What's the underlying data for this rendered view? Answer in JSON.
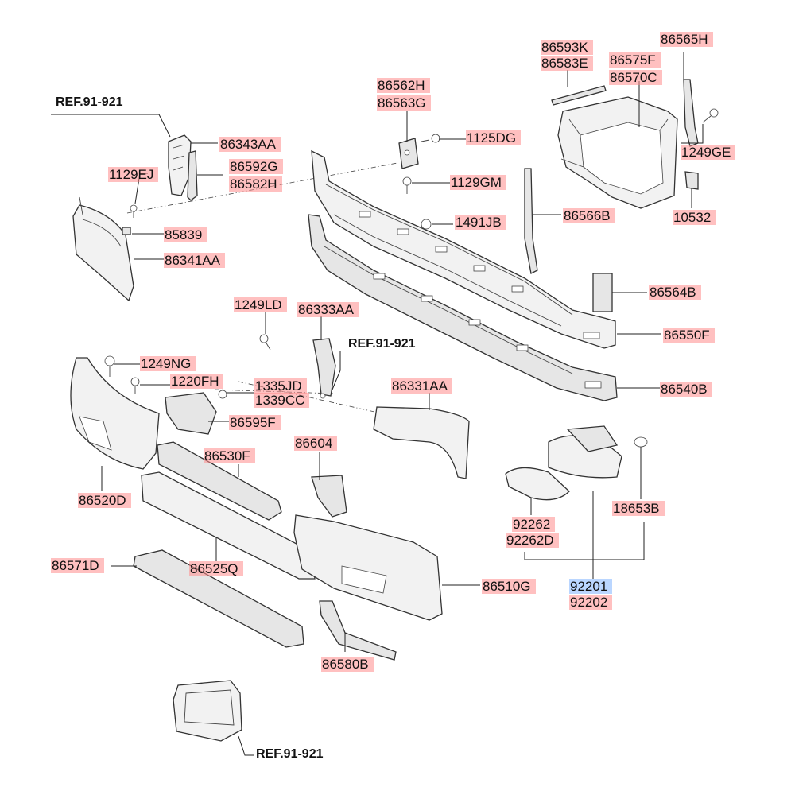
{
  "diagram": {
    "labels": {
      "p86593K": "86593K",
      "p86583E": "86583E",
      "p86575F": "86575F",
      "p86565H": "86565H",
      "p86570C": "86570C",
      "p86562H": "86562H",
      "p86563G": "86563G",
      "p1125DG": "1125DG",
      "p1249GE": "1249GE",
      "p86343AA": "86343AA",
      "p86592G": "86592G",
      "p86582H": "86582H",
      "p1129EJ": "1129EJ",
      "p1129GM": "1129GM",
      "p10532": "10532",
      "p1491JB": "1491JB",
      "p86566B": "86566B",
      "p85839": "85839",
      "p86341AA": "86341AA",
      "p86564B": "86564B",
      "p1249LD": "1249LD",
      "p86333AA": "86333AA",
      "p86550F": "86550F",
      "p1249NG": "1249NG",
      "p1220FH": "1220FH",
      "p1335JD": "1335JD",
      "p1339CC": "1339CC",
      "p86331AA": "86331AA",
      "p86540B": "86540B",
      "p86595F": "86595F",
      "p86604": "86604",
      "p86530F": "86530F",
      "p86520D": "86520D",
      "p18653B": "18653B",
      "p92262": "92262",
      "p92262D": "92262D",
      "p86571D": "86571D",
      "p86525Q": "86525Q",
      "p86510G": "86510G",
      "p92201": "92201",
      "p92202": "92202",
      "p86580B": "86580B"
    },
    "refs": {
      "ref1": "REF.91-921",
      "ref2": "REF.91-921",
      "ref3": "REF.91-921"
    },
    "colors": {
      "highlight_red": "#ff8c8c",
      "highlight_blue": "#82b4ff"
    }
  }
}
